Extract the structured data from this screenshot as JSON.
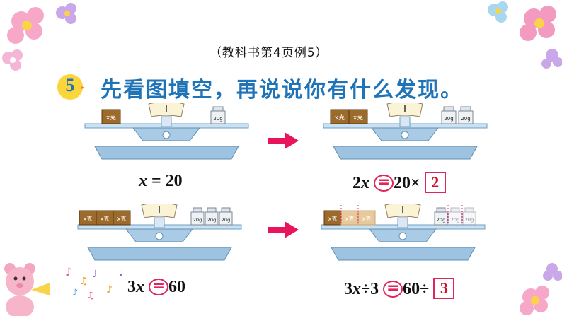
{
  "header": {
    "source_ref": "（教科书第4页例5）",
    "example_number": "5",
    "instruction": "先看图填空，再说说你有什么发现。"
  },
  "scales": {
    "block_label": "x克",
    "weight_label": "20g"
  },
  "equations": {
    "eq1": {
      "var": "x",
      "rest": " = 20"
    },
    "eq2": {
      "lead": "2",
      "var": "x",
      "op": "=",
      "rest": "20×",
      "answer": "2"
    },
    "eq3": {
      "lead": "3",
      "var": "x",
      "op": "=",
      "rest": "60"
    },
    "eq4": {
      "lead": "3",
      "var": "x",
      "mid": "÷3",
      "op": "=",
      "rest": "60÷",
      "answer": "3"
    }
  },
  "colors": {
    "title_blue": "#1f73b7",
    "accent_red": "#e0245e",
    "arrow_pink": "#e8155d"
  }
}
